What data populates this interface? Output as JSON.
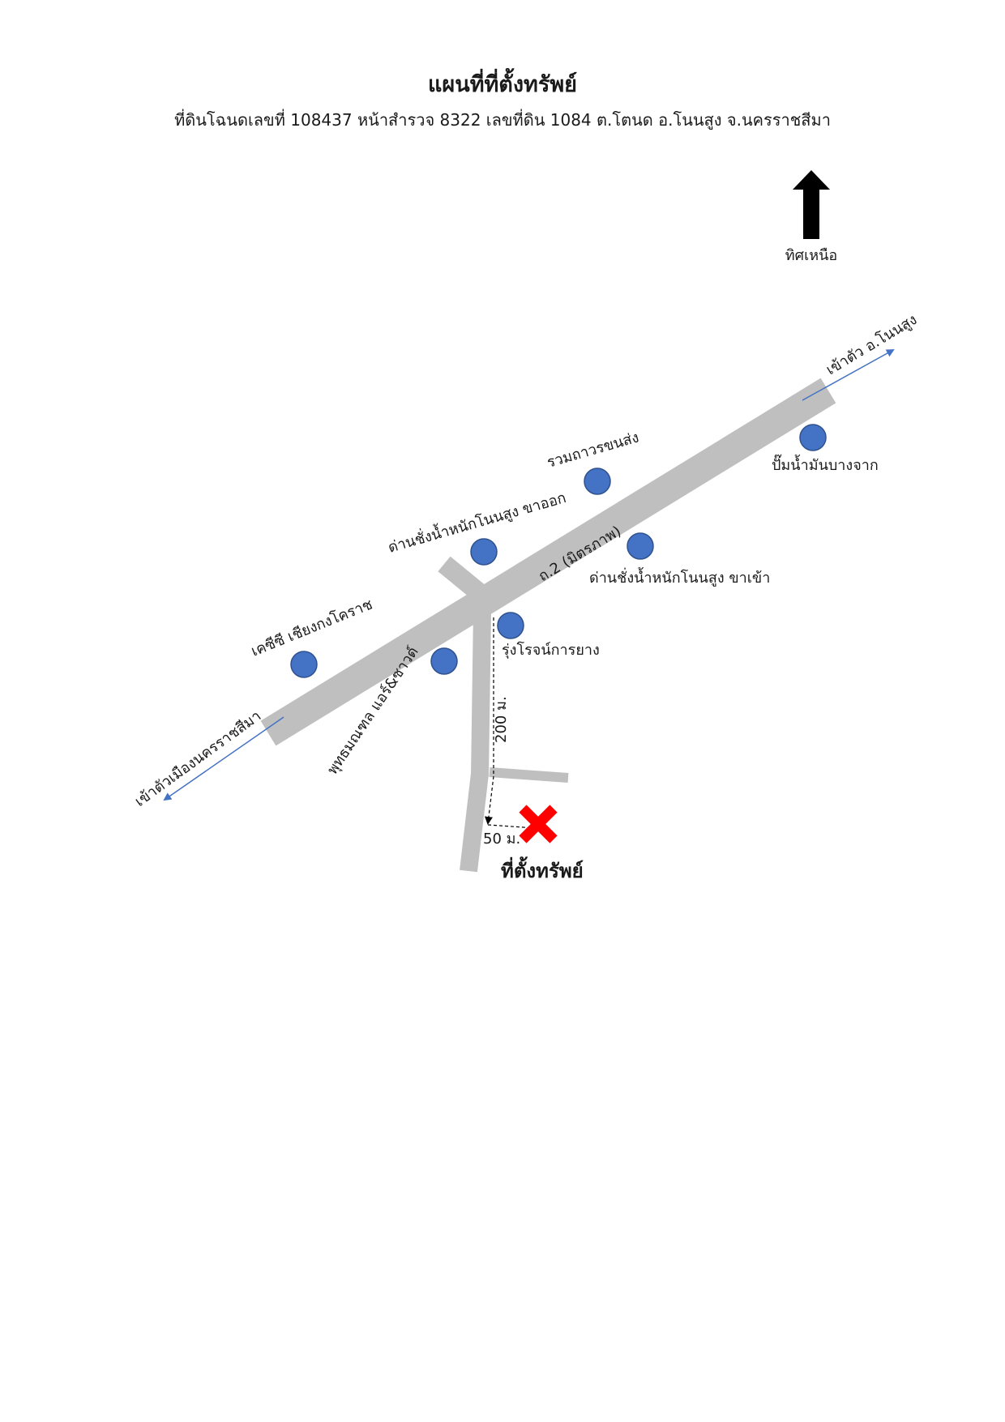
{
  "title": "แผนที่ที่ตั้งทรัพย์",
  "subtitle": "ที่ดินโฉนดเลขที่ 108437 หน้าสำรวจ 8322 เลขที่ดิน 1084 ต.โตนด อ.โนนสูง จ.นครราชสีมา",
  "north_label": "ทิศเหนือ",
  "roads": {
    "main_road_label": "ถ.2 (มิตรภาพ)",
    "to_city_label": "เข้าตัวเมืองนครราชสีมา",
    "to_district_label": "เข้าตัว อ.โนนสูง",
    "distance_200": "200 ม.",
    "distance_50": "50 ม."
  },
  "landmarks": [
    {
      "name": "รวมถาวรขนส่ง"
    },
    {
      "name": "ปั๊มน้ำมันบางจาก"
    },
    {
      "name": "ด่านชั่งน้ำหนักโนนสูง ขาออก"
    },
    {
      "name": "ด่านชั่งน้ำหนักโนนสูง ขาเข้า"
    },
    {
      "name": "เคซีซี เชียงกงโคราช"
    },
    {
      "name": "รุ่งโรจน์การยาง"
    },
    {
      "name": "พุทธมณฑล แอร์&ซาวด์"
    }
  ],
  "property_label": "ที่ตั้งทรัพย์",
  "colors": {
    "road": "#bfbfbf",
    "landmark": "#4472c4",
    "landmark_stroke": "#2f528f",
    "arrow_line": "#4472c4",
    "marker": "#ff0000",
    "north_arrow": "#000000"
  },
  "icons": {
    "north_arrow": "north-arrow-icon",
    "landmark": "landmark-dot-icon",
    "property_marker": "red-x-marker-icon"
  }
}
